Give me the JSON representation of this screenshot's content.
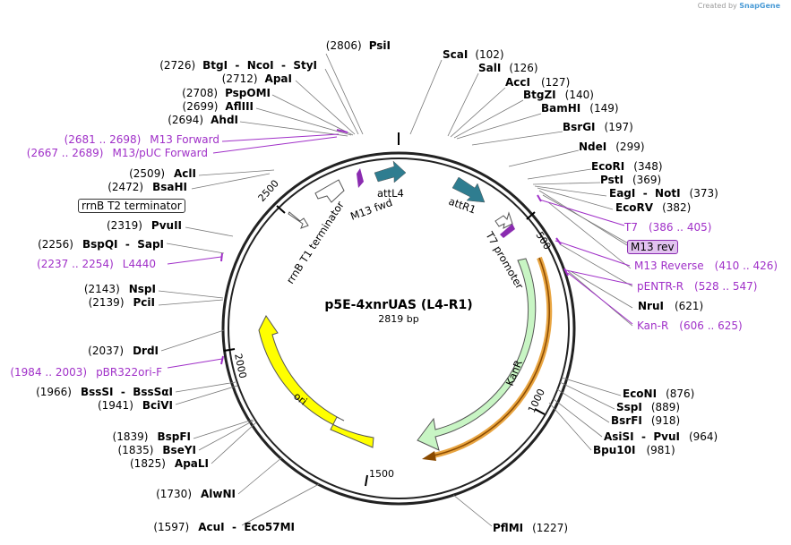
{
  "credit": {
    "prefix": "Created by",
    "brand": "SnapGene"
  },
  "plasmid": {
    "name": "p5E-4xnrUAS (L4-R1)",
    "length": "2819 bp"
  },
  "ticks": [
    "500",
    "1000",
    "1500",
    "2000",
    "2500"
  ],
  "features": [
    {
      "name": "attL4",
      "color": "#2f7d90"
    },
    {
      "name": "attR1",
      "color": "#2f7d90"
    },
    {
      "name": "T7 promoter",
      "color": "#ffffff"
    },
    {
      "name": "KanR",
      "color": "#c8f5c4"
    },
    {
      "name": "ori",
      "color": "#ffff00"
    },
    {
      "name": "rrnB T1 terminator",
      "color": "#ffffff"
    },
    {
      "name": "rrnB T2 terminator",
      "color": "#ffffff"
    },
    {
      "name": "M13 fwd",
      "color": "#8a2bb0"
    },
    {
      "name": "M13 rev",
      "color": "#8a2bb0"
    }
  ],
  "right_labels": [
    {
      "enz": "ScaI",
      "pos": "(102)"
    },
    {
      "enz": "SalI",
      "pos": "(126)"
    },
    {
      "enz": "AccI",
      "pos": "(127)"
    },
    {
      "enz": "BtgZI",
      "pos": "(140)"
    },
    {
      "enz": "BamHI",
      "pos": "(149)"
    },
    {
      "enz": "BsrGI",
      "pos": "(197)"
    },
    {
      "enz": "NdeI",
      "pos": "(299)"
    },
    {
      "enz": "EcoRI",
      "pos": "(348)"
    },
    {
      "enz": "PstI",
      "pos": "(369)"
    },
    {
      "enz": "EagI  -  NotI",
      "pos": "(373)"
    },
    {
      "enz": "EcoRV",
      "pos": "(382)"
    },
    {
      "primer": "T7",
      "pos": "(386 .. 405)"
    },
    {
      "primer": "M13 Reverse",
      "pos": "(410 .. 426)"
    },
    {
      "primer": "pENTR-R",
      "pos": "(528 .. 547)"
    },
    {
      "enz": "NruI",
      "pos": "(621)"
    },
    {
      "primer": "Kan-R",
      "pos": "(606 .. 625)"
    },
    {
      "enz": "EcoNI",
      "pos": "(876)"
    },
    {
      "enz": "SspI",
      "pos": "(889)"
    },
    {
      "enz": "BsrFI",
      "pos": "(918)"
    },
    {
      "enz": "AsiSI  -  PvuI",
      "pos": "(964)"
    },
    {
      "enz": "Bpu10I",
      "pos": "(981)"
    },
    {
      "enz": "PflMI",
      "pos": "(1227)"
    }
  ],
  "left_labels": [
    {
      "enz": "PsiI",
      "pos": "(2806)"
    },
    {
      "enz": "BtgI  -  NcoI  -  StyI",
      "pos": "(2726)"
    },
    {
      "enz": "ApaI",
      "pos": "(2712)"
    },
    {
      "enz": "PspOMI",
      "pos": "(2708)"
    },
    {
      "enz": "AflIII",
      "pos": "(2699)"
    },
    {
      "enz": "AhdI",
      "pos": "(2694)"
    },
    {
      "primer": "M13 Forward",
      "pos": "(2681 .. 2698)"
    },
    {
      "primer": "M13/pUC Forward",
      "pos": "(2667 .. 2689)"
    },
    {
      "enz": "AclI",
      "pos": "(2509)"
    },
    {
      "enz": "BsaHI",
      "pos": "(2472)"
    },
    {
      "enz": "PvuII",
      "pos": "(2319)"
    },
    {
      "enz": "BspQI  -  SapI",
      "pos": "(2256)"
    },
    {
      "primer": "L4440",
      "pos": "(2237 .. 2254)"
    },
    {
      "enz": "NspI",
      "pos": "(2143)"
    },
    {
      "enz": "PciI",
      "pos": "(2139)"
    },
    {
      "enz": "DrdI",
      "pos": "(2037)"
    },
    {
      "primer": "pBR322ori-F",
      "pos": "(1984 .. 2003)"
    },
    {
      "enz": "BssSI  -  BssSαI",
      "pos": "(1966)"
    },
    {
      "enz": "BciVI",
      "pos": "(1941)"
    },
    {
      "enz": "BspFI",
      "pos": "(1839)"
    },
    {
      "enz": "BseYI",
      "pos": "(1835)"
    },
    {
      "enz": "ApaLI",
      "pos": "(1825)"
    },
    {
      "enz": "AlwNI",
      "pos": "(1730)"
    },
    {
      "enz": "AcuI  -  Eco57MI",
      "pos": "(1597)"
    }
  ]
}
